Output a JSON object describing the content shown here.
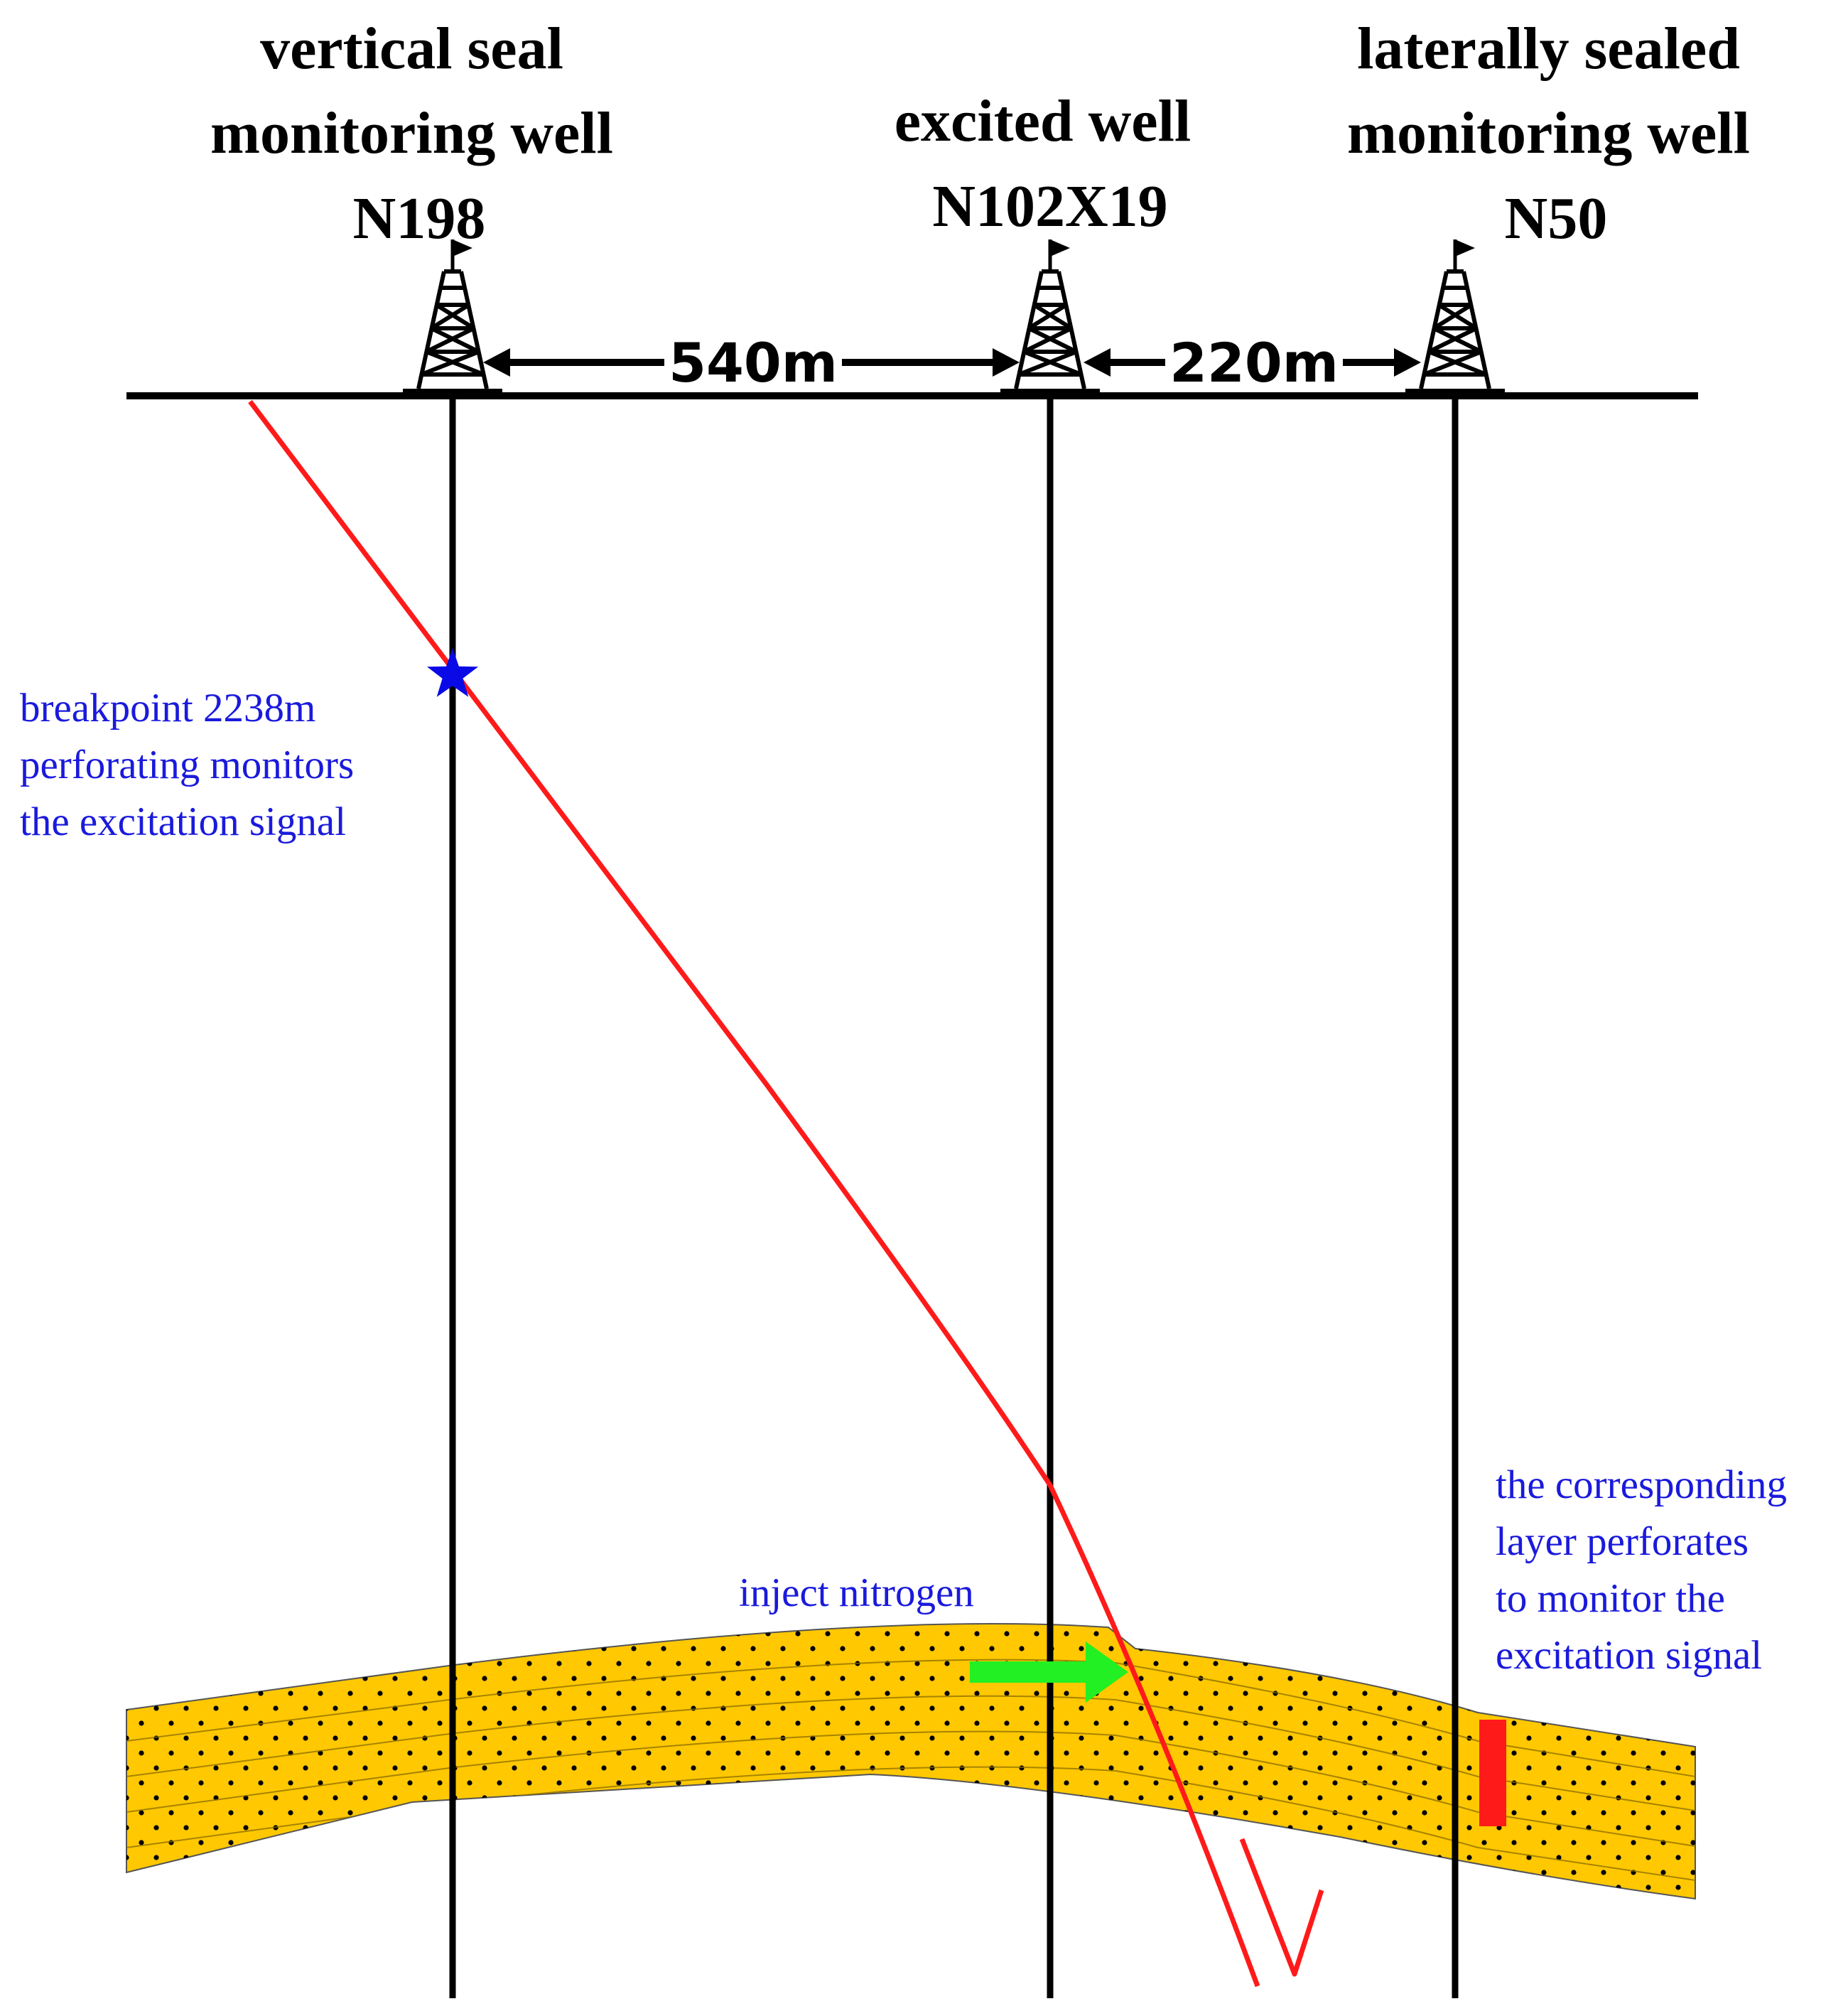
{
  "wells": [
    {
      "id": "n198",
      "title_lines": [
        "vertical seal",
        "monitoring well",
        "N198"
      ]
    },
    {
      "id": "n102x19",
      "title_lines": [
        "excited well",
        "N102X19"
      ]
    },
    {
      "id": "n50",
      "title_lines": [
        "laterally sealed",
        "monitoring well",
        "N50"
      ]
    }
  ],
  "distances": [
    {
      "from": "N198",
      "to": "N102X19",
      "label": "540m"
    },
    {
      "from": "N102X19",
      "to": "N50",
      "label": "220m"
    }
  ],
  "annotations": {
    "breakpoint": [
      "breakpoint 2238m",
      "perforating monitors",
      "the excitation signal"
    ],
    "inject": "inject nitrogen",
    "corresponding": [
      "the corresponding",
      "layer perforates",
      "to monitor the",
      "excitation signal"
    ]
  },
  "colors": {
    "fault": "#ff1a1a",
    "reservoir": "#ffc800",
    "reservoir_dots": "#000000",
    "annotation_text": "#1a1adc",
    "star": "#0a0ae6",
    "nitrogen_arrow": "#22f022",
    "perforation_mark": "#ff1a1a",
    "lines": "#000000"
  },
  "icons": {
    "derrick": "oil-derrick-icon",
    "breakpoint_marker": "star-icon",
    "nitrogen": "green-arrow-icon"
  }
}
